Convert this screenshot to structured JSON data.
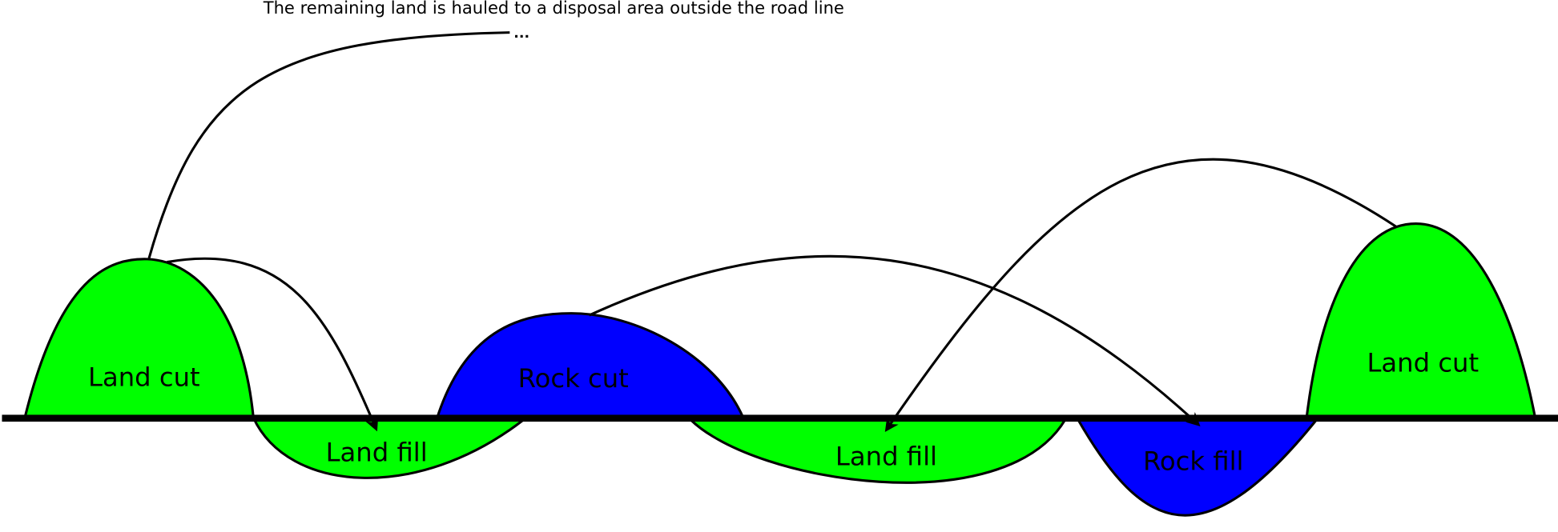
{
  "title": "Cut and fill earthwork hauling diagram",
  "annotation": "The remaining land is hauled to a disposal area outside the road line",
  "ellipsis": "...",
  "colors": {
    "land": "#00ff00",
    "rock": "#0000ff",
    "line": "#000000"
  },
  "regions": [
    {
      "label": "Land cut",
      "type": "land"
    },
    {
      "label": "Land fill",
      "type": "land"
    },
    {
      "label": "Rock cut",
      "type": "rock"
    },
    {
      "label": "Land fill",
      "type": "land"
    },
    {
      "label": "Rock fill",
      "type": "rock"
    },
    {
      "label": "Land cut",
      "type": "land"
    }
  ]
}
